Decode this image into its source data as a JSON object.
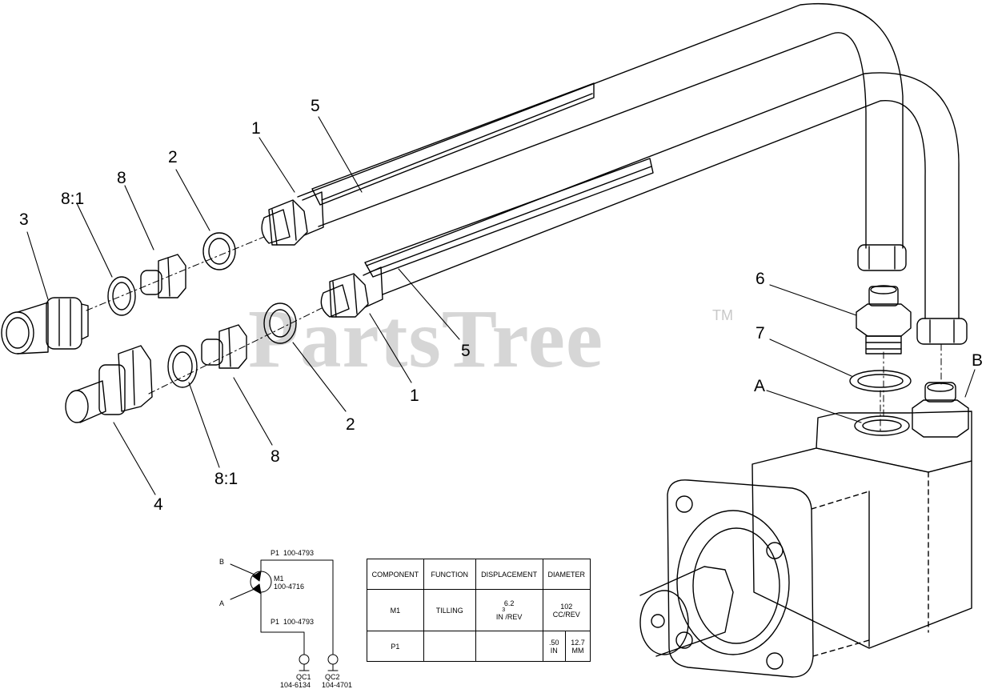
{
  "watermark": {
    "text": "PartsTree",
    "mark": "TM"
  },
  "callouts": {
    "c3": "3",
    "c8_1_top": "8:1",
    "c8_top": "8",
    "c2_top": "2",
    "c1_top": "1",
    "c5_top": "5",
    "c6": "6",
    "c7": "7",
    "cA": "A",
    "cB": "B",
    "c5_mid": "5",
    "c1_mid": "1",
    "c2_mid": "2",
    "c8_mid": "8",
    "c8_1_mid": "8:1",
    "c4": "4"
  },
  "schematic": {
    "port_b": "B",
    "port_a": "A",
    "motor_id": "M1",
    "motor_part": "100-4716",
    "line_top_id": "P1",
    "line_top_part": "100-4793",
    "line_bottom_id": "P1",
    "line_bottom_part": "100-4793",
    "qc1_id": "QC1",
    "qc1_part": "104-6134",
    "qc2_id": "QC2",
    "qc2_part": "104-4701"
  },
  "spec_table": {
    "headers": [
      "COMPONENT",
      "FUNCTION",
      "DISPLACEMENT",
      "DIAMETER"
    ],
    "rows": [
      {
        "component": "M1",
        "function": "TILLING",
        "disp_value": "6.2",
        "disp_exp": "3",
        "disp_unit": "IN /REV",
        "diameter": "102",
        "diameter_unit": "CC/REV"
      },
      {
        "component": "P1",
        "function": "",
        "disp_value": "",
        "dia_in_val": ".50",
        "dia_in_unit": "IN",
        "dia_mm_val": "12.7",
        "dia_mm_unit": "MM"
      }
    ]
  }
}
